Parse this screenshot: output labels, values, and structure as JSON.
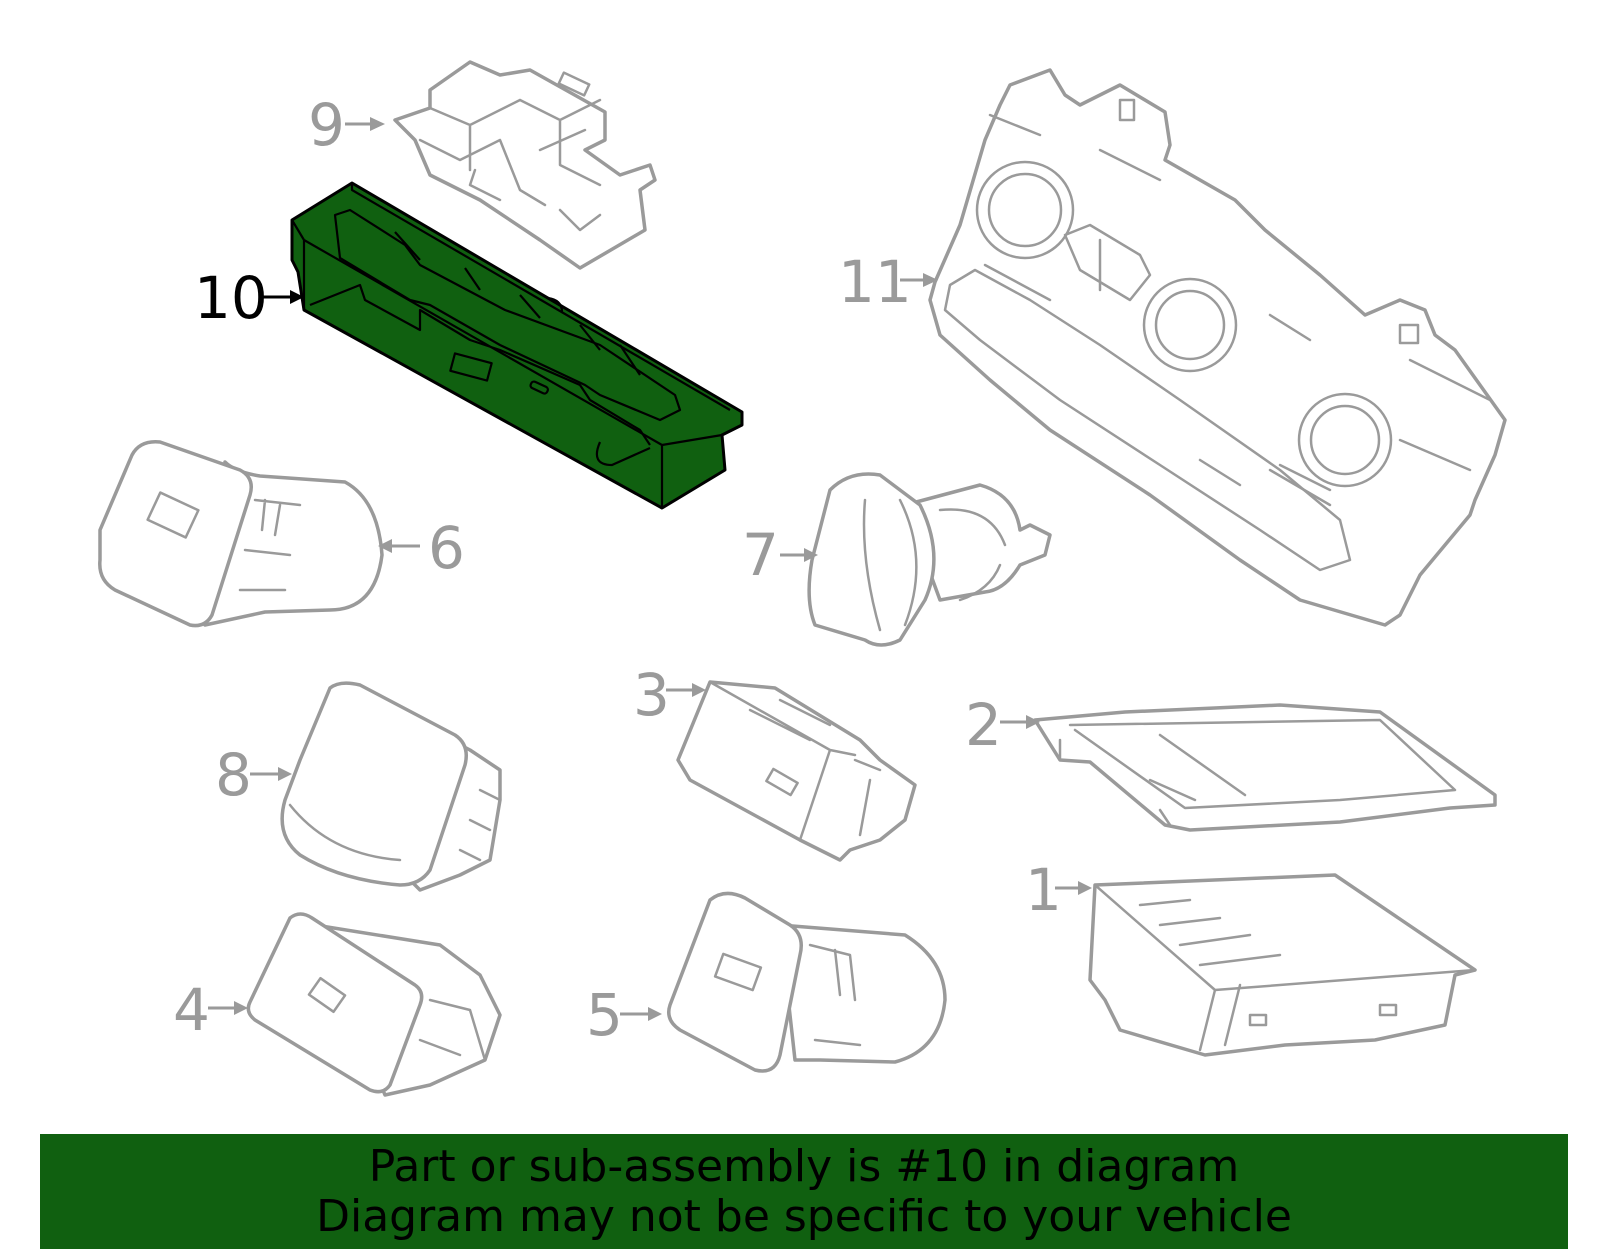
{
  "diagram": {
    "highlighted_part": "10",
    "highlight_color": "#106010",
    "part_stroke_color": "#9a9a9a",
    "callouts": [
      "1",
      "2",
      "3",
      "4",
      "5",
      "6",
      "7",
      "8",
      "9",
      "10",
      "11"
    ]
  },
  "banner": {
    "line1": "Part or sub-assembly is #10 in diagram",
    "line2": "Diagram may not be specific to your vehicle",
    "background": "#106010"
  }
}
